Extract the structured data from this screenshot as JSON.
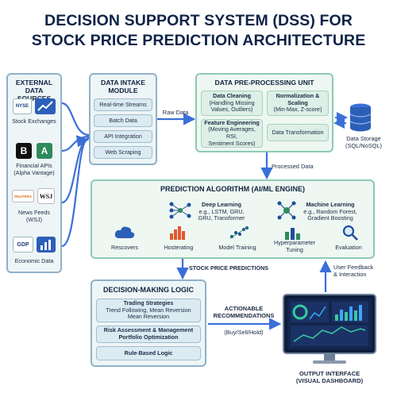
{
  "title_line1": "DECISION SUPPORT SYSTEM (DSS) FOR",
  "title_line2": "STOCK PRICE PREDICTION ARCHITECTURE",
  "external": {
    "title1": "EXTERNAL",
    "title2": "DATA SOURCES",
    "nyse": "NYSE",
    "stock_exchanges": "Stock Exchanges",
    "financial_apis": "Financial APIs",
    "alpha_vantage": "(Alpha Vantage)",
    "reuters": "REUTERS",
    "wsj": "WSJ",
    "news_feeds": "News Feeds",
    "wsj_paren": "(WSJ)",
    "gdp": "GDP",
    "economic_data": "Economic Data"
  },
  "intake": {
    "title1": "DATA INTAKE",
    "title2": "MODULE",
    "items": [
      "Real-time Streams",
      "Batch Data",
      "API Integration",
      "Web Scraping"
    ]
  },
  "preprocess": {
    "title": "DATA PRE-PROCESSING UNIT",
    "cleaning_title": "Data Cleaning",
    "cleaning_sub1": "(Handling Missing",
    "cleaning_sub2": "Values, Outliers)",
    "norm_title1": "Normalization &",
    "norm_title2": "Scaling",
    "norm_sub": "(Min-Max, Z-score)",
    "feat_title": "Feature Engineering",
    "feat_sub1": "(Moving Averages, RSI,",
    "feat_sub2": "Sentiment Scores)",
    "transform": "Data Transformation"
  },
  "storage": {
    "line1": "Data Storage",
    "line2": "(SQL/NoSQL)"
  },
  "flow": {
    "raw_data": "Raw Data",
    "processed_data": "Processed Data",
    "stock_predictions": "STOCK PRICE PREDICTIONS",
    "actionable1": "ACTIONABLE",
    "actionable2": "RECOMMENDATIONS",
    "buy_sell": "(Buy/Sell/Hold)",
    "feedback1": "User Feedback",
    "feedback2": "& Interaction"
  },
  "prediction": {
    "title": "PREDICTION ALGORITHM (AI/ML ENGINE)",
    "dl_title": "Deep Learning",
    "dl_sub1": "e.g., LSTM, GRU,",
    "dl_sub2": "GRU, Transformer",
    "ml_title": "Machine Learning",
    "ml_sub1": "e.g., Random Forest,",
    "ml_sub2": "Gradient Boosting",
    "items": [
      "Rescovers",
      "Hosterating",
      "Model Training",
      "Hyperparameter",
      "Tuning",
      "Evaluation"
    ]
  },
  "decision": {
    "title": "DECISION-MAKING LOGIC",
    "strat_title": "Trading Strategies",
    "strat_sub1": "Trend Following,",
    "strat_sub2": "Mean Reversion",
    "strat_sub3": "Mean Reversion",
    "risk1": "Risk Assessment & Management",
    "risk2": "Portfolio Optimization",
    "rule": "Rule-Based Logic"
  },
  "output": {
    "line1": "OUTPUT INTERFACE",
    "line2": "(VISUAL DASHBOARD)"
  },
  "colors": {
    "accent_blue": "#3b6fd8",
    "panel_border": "#8fb1c9",
    "green": "#3fa57f"
  },
  "icons": [
    "nyse-icon",
    "chart-icon",
    "b-icon",
    "a-icon",
    "reuters-icon",
    "wsj-icon",
    "gdp-icon",
    "bar-chart-icon",
    "database-icon",
    "brain-network-icon",
    "network-icon",
    "cloud-icon",
    "histogram-icon",
    "scatter-icon",
    "bar-icon",
    "magnifier-icon",
    "monitor-icon"
  ]
}
